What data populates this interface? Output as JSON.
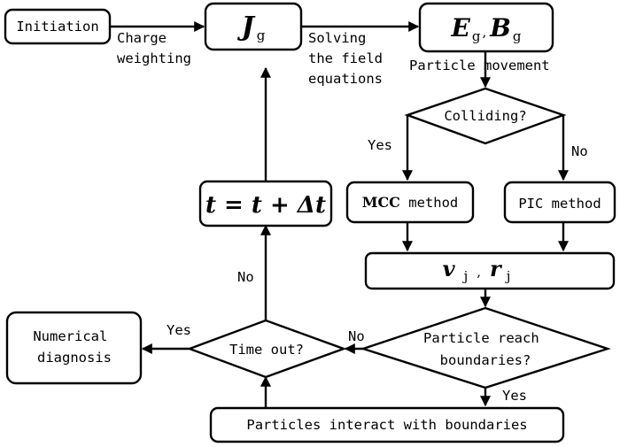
{
  "nodes": {
    "initiation": "Initiation",
    "jg": {
      "main": "J",
      "sub": "g"
    },
    "eg_bg": {
      "e": "E",
      "e_sub": "g",
      "sep": ",",
      "b": "B",
      "b_sub": "g"
    },
    "colliding": "Colliding?",
    "mcc": {
      "bold": "MCC",
      "rest": " method"
    },
    "pic": "PIC method",
    "vj_rj": {
      "v": "v",
      "v_sub": "j",
      "sep": ",",
      "r": "r",
      "r_sub": "j"
    },
    "time_update": "t = t + Δt",
    "particle_reach": {
      "line1": "Particle reach",
      "line2": "boundaries?"
    },
    "time_out": "Time out?",
    "numerical": {
      "line1": "Numerical",
      "line2": "diagnosis"
    },
    "interact": "Particles interact with boundaries"
  },
  "edges": {
    "charge": {
      "line1": "Charge",
      "line2": "weighting"
    },
    "solving": {
      "line1": "Solving",
      "line2": "the field",
      "line3": "equations"
    },
    "movement": "Particle movement",
    "yes_collide": "Yes",
    "no_collide": "No",
    "no_reach": "No",
    "yes_reach": "Yes",
    "yes_timeout": "Yes",
    "no_timeout": "No"
  }
}
